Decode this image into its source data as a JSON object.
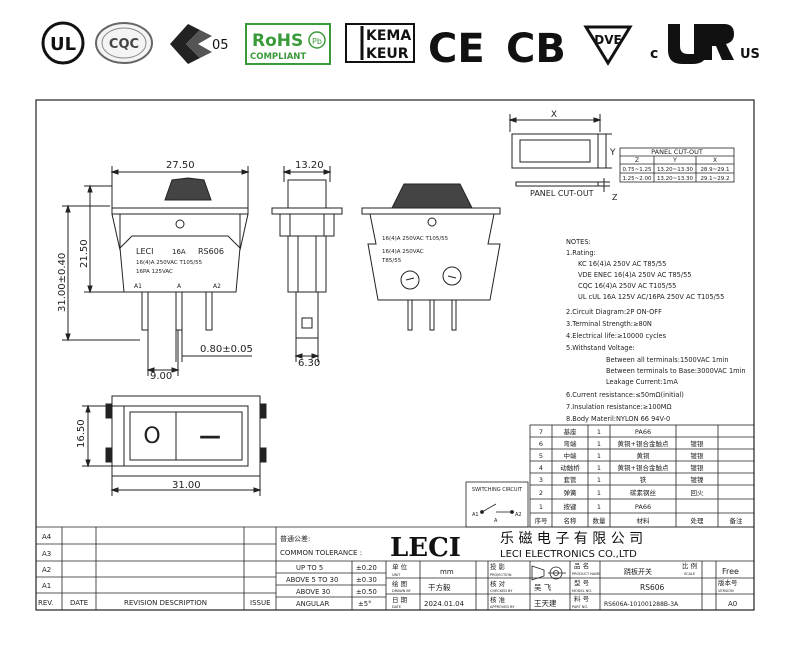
{
  "certs": {
    "ul": "UL",
    "ccc": "CQC",
    "enec": "05",
    "rohs": "RoHS",
    "rohs_sub": "COMPLIANT",
    "rohs_pb": "Pb",
    "kema_top": "KEMA",
    "kema_bottom": "KEUR",
    "ce": "CE",
    "cb": "CB",
    "vde": "DVE",
    "cul_c": "c",
    "cul_us": "US"
  },
  "front_view": {
    "width_dim": "27.50",
    "height_dim": "21.50",
    "total_height_dim": "31.00±0.40",
    "terminal_thickness": "0.80±0.05",
    "terminal_pitch": "9.00",
    "label_brand": "LECI",
    "label_rating1": "16A",
    "label_model": "RS606",
    "label_line2": "16(4)A 250VAC T105/55",
    "label_line3": "16PA 125VAC",
    "terminal_a1": "A1",
    "terminal_a": "A",
    "terminal_a2": "A2"
  },
  "side_view": {
    "width_dim": "13.20",
    "terminal_dim": "6.30"
  },
  "rear_view": {
    "line1": "16(4)A  250VAC T105/55",
    "line2": "16(4)A 250VAC",
    "line3": "T85/55"
  },
  "top_view": {
    "height_dim": "16.50",
    "width_dim": "31.00",
    "off_symbol": "O",
    "on_symbol": "—"
  },
  "panel_cutout": {
    "x_label": "X",
    "y_label": "Y",
    "z_label": "Z",
    "caption": "PANEL CUT-OUT",
    "table_title": "PANEL CUT-OUT",
    "headers": [
      "Z",
      "Y",
      "X"
    ],
    "rows": [
      [
        "0.75~1.25",
        "13.20~13.30",
        "28.9~29.1"
      ],
      [
        "1.25~2.00",
        "13.20~13.30",
        "29.1~29.2"
      ]
    ]
  },
  "notes": {
    "title": "NOTES:",
    "lines": [
      "1.Rating:",
      "KC  16(4)A 250V AC T85/55",
      "VDE  ENEC 16(4)A 250V AC T85/55",
      "CQC 16(4)A 250V AC T105/55",
      "UL cUL 16A 125V AC/16PA 250V AC T105/55",
      "2.Circuit Diagram:2P  ON-OFF",
      "3.Terminal Strength:≥80N",
      "4.Electrical life:≥10000 cycles",
      "5.Withstand Voltage:",
      "Between all terminals:1500VAC 1min",
      "Between terminals to Base:3000VAC 1min",
      "Leakage Current:1mA",
      "6.Current resistance:≤50mΩ(initial)",
      "7.Insulation resistance:≥100MΩ",
      "8.Body Materil:NYLON 66 94V-0"
    ]
  },
  "bom": {
    "rows": [
      [
        "7",
        "基座",
        "1",
        "PA66",
        ""
      ],
      [
        "6",
        "弯端",
        "1",
        "黄铜+银合金触点",
        "镀银"
      ],
      [
        "5",
        "中端",
        "1",
        "黄铜",
        "镀银"
      ],
      [
        "4",
        "动触桥",
        "1",
        "黄铜+银合金触点",
        "镀银"
      ],
      [
        "3",
        "套管",
        "1",
        "铁",
        "镀镍"
      ],
      [
        "2",
        "弹簧",
        "1",
        "碳素钢丝",
        "回火"
      ],
      [
        "1",
        "按键",
        "1",
        "PA66",
        ""
      ]
    ],
    "header": [
      "序号",
      "名称",
      "数量",
      "材料",
      "处理",
      "备注"
    ]
  },
  "switching_circuit": {
    "title": "SWITCHING CIRCUIT",
    "a1": "A1",
    "a": "A",
    "a2": "A2"
  },
  "title_block": {
    "revisions": [
      "A4",
      "A3",
      "A2",
      "A1"
    ],
    "rev_headers": [
      "REV.",
      "DATE",
      "REVISION DESCRIPTION",
      "ISSUE"
    ],
    "tolerance_title": "普通公差:",
    "tolerance_subtitle": "COMMON TOLERANCE :",
    "tolerances": [
      [
        "UP TO 5",
        "±0.20"
      ],
      [
        "ABOVE 5 TO 30",
        "±0.30"
      ],
      [
        "ABOVE 30",
        "±0.50"
      ],
      [
        "ANGULAR",
        "±5°"
      ]
    ],
    "company_logo": "LECI",
    "company_cn": "乐 磁 电 子 有 限 公 司",
    "company_en": "LECI ELECTRONICS CO.,LTD",
    "unit_label": "单 位",
    "unit_label_en": "UNIT",
    "unit_value": "mm",
    "projection_label": "投 影",
    "projection_label_en": "PROJECTION",
    "product_name_label": "品 名",
    "product_name_label_en": "PRODUCT NAME",
    "product_name": "跷板开关",
    "scale_label": "比 例",
    "scale_label_en": "SCALE",
    "scale_value": "Free",
    "drawn_label": "绘 图",
    "drawn_label_en": "DRAWN BY",
    "drawn_value": "干方毅",
    "checked_label": "核 对",
    "checked_label_en": "CHECKED BY",
    "checked_value": "吴  飞",
    "model_label": "型 号",
    "model_label_en": "MODEL NO.",
    "model_value": "RS606",
    "version_label": "版本号",
    "version_label_en": "VERSION",
    "date_label": "日 期",
    "date_label_en": "DATE",
    "date_value": "2024.01.04",
    "approved_label": "核 准",
    "approved_label_en": "APPROVED BY",
    "approved_value": "王天建",
    "part_label": "料 号",
    "part_label_en": "PART NO.",
    "part_value": "RS606A-101001288B-3A",
    "version_value": "A0"
  }
}
